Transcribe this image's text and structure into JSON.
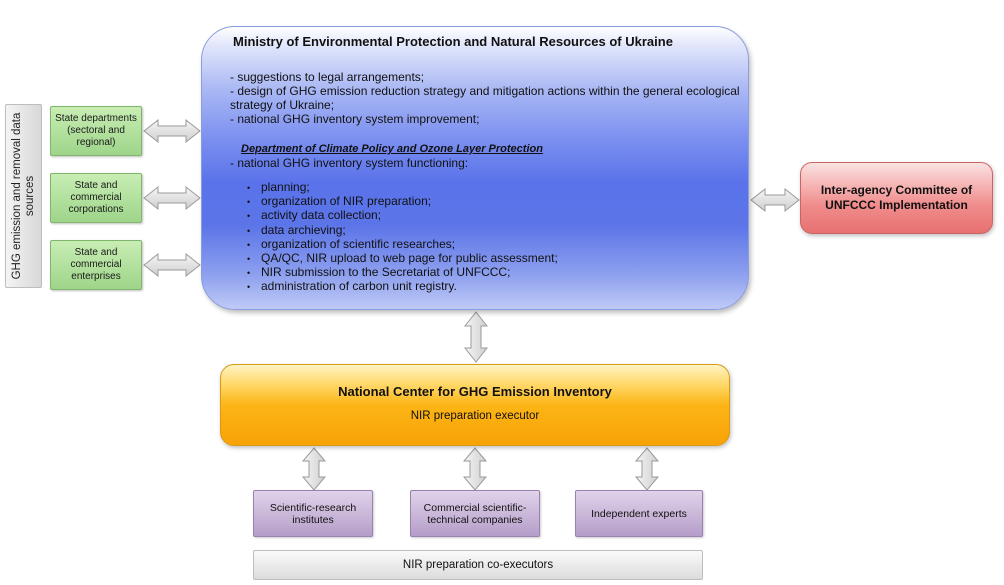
{
  "side_label": "GHG emission and removal data sources",
  "sources": [
    "State departments (sectoral and regional)",
    "State and commercial corporations",
    "State and commercial enterprises"
  ],
  "ministry": {
    "title": "Ministry of Environmental Protection and Natural Resources of Ukraine",
    "lines": [
      "- suggestions to legal arrangements;",
      "- design of GHG emission reduction strategy and mitigation actions within the general ecological strategy of Ukraine;",
      "- national GHG inventory system improvement;"
    ],
    "department": {
      "title": "Department of Climate Policy and Ozone Layer Protection",
      "function": "- national GHG inventory system functioning:",
      "items": [
        "planning;",
        "organization of NIR preparation;",
        "activity data collection;",
        "data archieving;",
        "organization of scientific researches;",
        "QA/QC, NIR upload to web page for public assessment;",
        "NIR submission to the Secretariat of UNFCCC;",
        "administration of carbon unit registry."
      ]
    }
  },
  "committee": "Inter-agency Committee of UNFCCC Implementation",
  "center": {
    "title": "National Center for GHG Emission Inventory",
    "subtitle": "NIR preparation executor"
  },
  "executors": [
    "Scientific-research institutes",
    "Commercial scientific-technical companies",
    "Independent experts"
  ],
  "coexecutors": "NIR preparation co-executors"
}
